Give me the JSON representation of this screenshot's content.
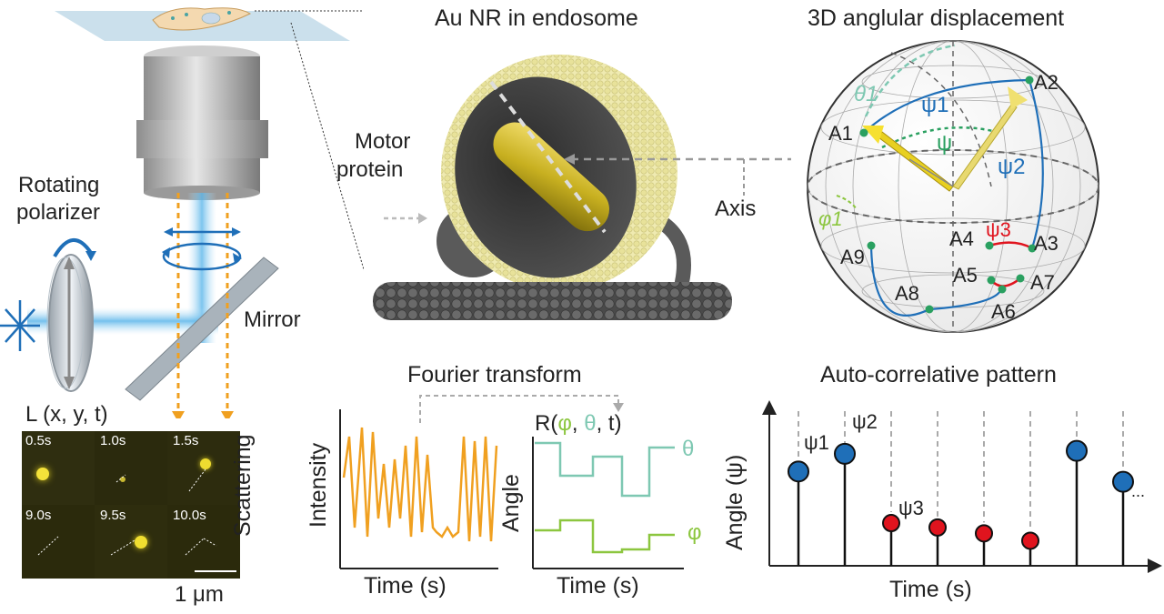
{
  "titles": {
    "endosome": "Au NR in endosome",
    "displacement": "3D anglular displacement",
    "fourier": "Fourier transform",
    "autocorr": "Auto-correlative pattern"
  },
  "labels": {
    "polarizer_line1": "Rotating",
    "polarizer_line2": "polarizer",
    "mirror": "Mirror",
    "motor_line1": "Motor",
    "motor_line2": "protein",
    "axis": "Axis",
    "lxyt": "L (x, y, t)",
    "scalebar": "1 μm",
    "rfunc_prefix": "R(",
    "rfunc_phi": "φ",
    "rfunc_sep1": ", ",
    "rfunc_theta": "θ",
    "rfunc_suffix": ", t)"
  },
  "frames": [
    "0.5s",
    "1.0s",
    "1.5s",
    "9.0s",
    "9.5s",
    "10.0s"
  ],
  "sphere_labels": {
    "theta1": "θ1",
    "psi1": "ψ1",
    "psi": "ψ",
    "psi2": "ψ2",
    "psi3": "ψ3",
    "phi1": "φ1",
    "points": [
      "A1",
      "A2",
      "A3",
      "A4",
      "A5",
      "A6",
      "A7",
      "A8",
      "A9"
    ]
  },
  "plots": {
    "scatter_ylabel_1": "Scattering",
    "scatter_ylabel_2": "Intensity",
    "scatter_xlabel": "Time (s)",
    "angle_ylabel": "Angle",
    "angle_xlabel": "Time (s)",
    "theta_label": "θ",
    "phi_label": "φ",
    "auto_ylabel": "Angle (ψ)",
    "auto_xlabel": "Time (s)",
    "auto_point_labels": [
      "ψ1",
      "ψ2",
      "ψ3"
    ],
    "ellipsis": "..."
  },
  "chart_data": {
    "type": "scatter",
    "title": "Auto-correlative pattern",
    "xlabel": "Time (s)",
    "ylabel": "Angle (ψ)",
    "stems": [
      {
        "color": "blue",
        "value": 0.64
      },
      {
        "color": "blue",
        "value": 0.76
      },
      {
        "color": "red",
        "value": 0.29
      },
      {
        "color": "red",
        "value": 0.26
      },
      {
        "color": "red",
        "value": 0.22
      },
      {
        "color": "red",
        "value": 0.17
      },
      {
        "color": "blue",
        "value": 0.78
      },
      {
        "color": "blue",
        "value": 0.57
      }
    ]
  },
  "colors": {
    "blue": "#1f6fb8",
    "red": "#e0141e",
    "orange": "#f0a020",
    "teal": "#7ec8b2",
    "green": "#8cc63f",
    "gold": "#d4c020",
    "gray": "#888888"
  }
}
